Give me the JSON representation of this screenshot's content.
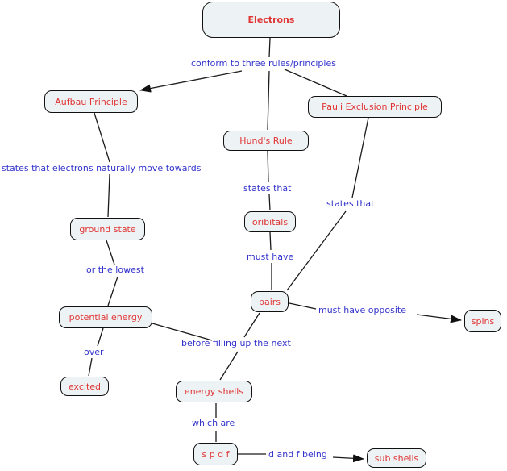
{
  "diagram_title": "Electrons concept map",
  "colors": {
    "background": "#ffffff",
    "node_fill": "#edf2f4",
    "node_border": "#111111",
    "node_text": "#e03535",
    "edge_label_text": "#3333cc",
    "edge_line": "#1a1a1a"
  },
  "nodes": {
    "electrons": {
      "label": "Electrons"
    },
    "aufbau_principle": {
      "label": "Aufbau Principle"
    },
    "pauli_exclusion_principle": {
      "label": "Pauli Exclusion Principle"
    },
    "hunds_rule": {
      "label": "Hund's Rule"
    },
    "ground_state": {
      "label": "ground state"
    },
    "oribitals": {
      "label": "oribitals"
    },
    "potential_energy": {
      "label": "potential energy"
    },
    "pairs": {
      "label": "pairs"
    },
    "spins": {
      "label": "spins"
    },
    "excited": {
      "label": "excited"
    },
    "energy_shells": {
      "label": "energy shells"
    },
    "s_p_d_f": {
      "label": "s p d f"
    },
    "sub_shells": {
      "label": "sub shells"
    }
  },
  "edge_labels": {
    "conform": {
      "text": "conform to three rules/principles"
    },
    "states_move_towards": {
      "text": "states that electrons naturally move towards"
    },
    "states_that_left": {
      "text": "states that"
    },
    "states_that_right": {
      "text": "states that"
    },
    "or_the_lowest": {
      "text": "or the lowest"
    },
    "must_have": {
      "text": "must have"
    },
    "over": {
      "text": "over"
    },
    "before_filling": {
      "text": "before filling up the next"
    },
    "must_have_opposite": {
      "text": "must have opposite"
    },
    "which_are": {
      "text": "which are"
    },
    "d_and_f_being": {
      "text": "d and f being"
    }
  }
}
